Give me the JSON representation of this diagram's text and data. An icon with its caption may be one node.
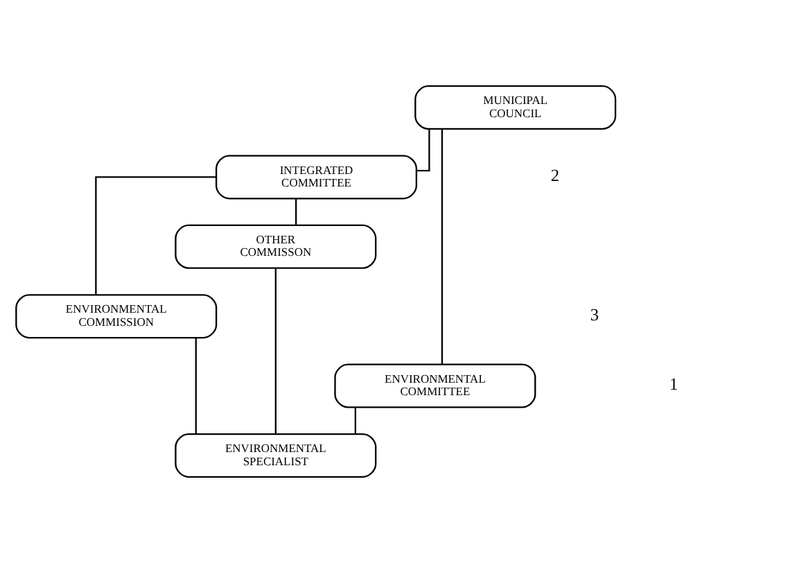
{
  "diagram": {
    "nodes": [
      {
        "text": [
          "MUNICIPAL COUNCIL"
        ]
      },
      {
        "text": [
          "INTEGRATED COMMITTEE"
        ]
      },
      {
        "text": [
          "ENVIRONMENTAL COMMITTEE"
        ]
      },
      {
        "text": [
          "ENVIRONMENTAL COMMISSION"
        ]
      },
      {
        "text": [
          "OTHER COMMISSON"
        ]
      },
      {
        "text": [
          "ENVIRONMENTAL SPECIALIST"
        ]
      }
    ],
    "edges": [
      {
        "from": 0,
        "to": 1,
        "arrow": "none"
      },
      {
        "from": 0,
        "to": 2,
        "arrow": "none"
      },
      {
        "from": 1,
        "to": 3,
        "arrow": "none"
      },
      {
        "from": 1,
        "to": 4,
        "arrow": "none"
      },
      {
        "from": 2,
        "to": 5,
        "arrow": "none"
      },
      {
        "from": 3,
        "to": 5,
        "arrow": "none"
      },
      {
        "from": 4,
        "to": 5,
        "arrow": "none"
      }
    ],
    "labels": [
      "2",
      "1",
      "3"
    ]
  }
}
